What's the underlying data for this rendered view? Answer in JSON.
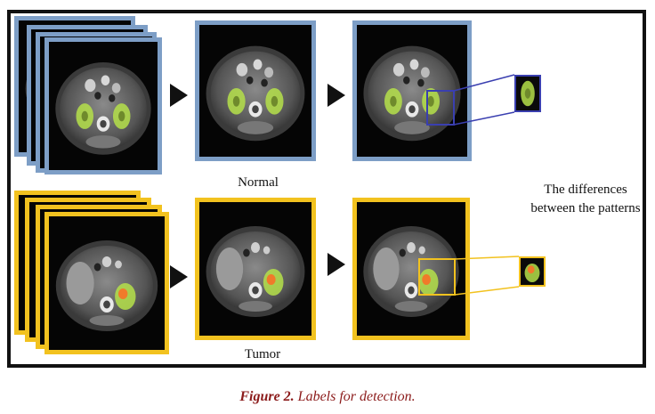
{
  "labels": {
    "normal": "Normal",
    "tumor": "Tumor",
    "differences_line1": "The differences",
    "differences_line2": "between the patterns"
  },
  "caption": {
    "figure_number": "Figure 2.",
    "text": " Labels for detection."
  },
  "colors": {
    "normal_border": "#7d9ec6",
    "tumor_border": "#f2c21f",
    "zoom_normal": "#3a3fb0",
    "zoom_tumor": "#f2c21f",
    "kidney_highlight": "#b5e04a",
    "tumor_highlight": "#f07a2a",
    "caption": "#8b1a1a"
  },
  "icons": {
    "flow_arrow": "arrowhead-right-icon"
  }
}
